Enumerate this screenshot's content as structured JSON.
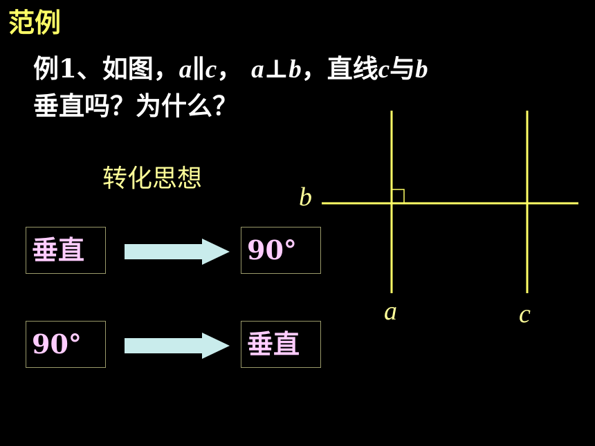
{
  "heading": "范例",
  "question": {
    "line1": [
      {
        "t": "例1、如图，",
        "i": false
      },
      {
        "t": "a",
        "i": true
      },
      {
        "t": "∥",
        "i": false
      },
      {
        "t": "c",
        "i": true
      },
      {
        "t": "，  ",
        "i": false
      },
      {
        "t": "a",
        "i": true
      },
      {
        "t": "⊥",
        "i": false
      },
      {
        "t": "b",
        "i": true
      },
      {
        "t": "，直线",
        "i": false
      },
      {
        "t": "c",
        "i": true
      },
      {
        "t": "与",
        "i": false
      },
      {
        "t": "b",
        "i": true
      }
    ],
    "line2": "垂直吗？为什么？"
  },
  "method_label": "转化思想",
  "conversions": [
    {
      "from": "垂直",
      "to": "90°"
    },
    {
      "from": "90°",
      "to": "垂直"
    }
  ],
  "figure": {
    "labels": {
      "b": "b",
      "a": "a",
      "c": "c"
    },
    "line_color": "#ffff66",
    "label_color": "#ffff99"
  },
  "colors": {
    "heading": "#ffff66",
    "question_text": "#ffffff",
    "box_text": "#ffccff",
    "arrow_fill": "#c9ecec"
  }
}
